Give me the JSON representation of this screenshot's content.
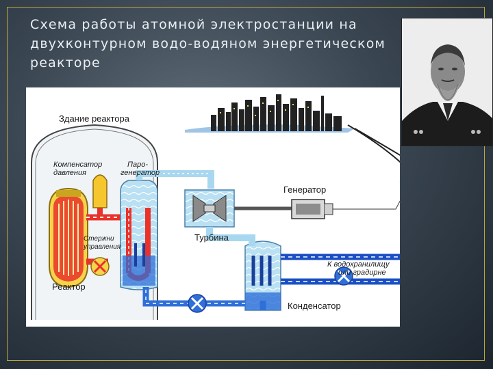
{
  "slide": {
    "title": "Схема работы атомной электростанции на двухконтурном водо-водяном энергетическом реакторе"
  },
  "diagram_labels": {
    "building": "Здание реактора",
    "compensator_1": "Компенсатор",
    "compensator_2": "давления",
    "steam_gen_1": "Паро-",
    "steam_gen_2": "генератор",
    "rods_1": "Стержни",
    "rods_2": "управления",
    "reactor": "Реактор",
    "turbine": "Турбина",
    "generator": "Генератор",
    "condenser": "Конденсатор",
    "outlet_1": "К водохранилищу",
    "outlet_2": "или градирне"
  },
  "colors": {
    "primary_loop": "#e8322a",
    "secondary_loop": "#2f6fd8",
    "cooling_loop": "#1a4fc4",
    "steam": "#a8d8ef",
    "accent_frame": "#b9a83a"
  },
  "icons": [
    "city-skyline-icon",
    "power-pylon-icon",
    "lightning-icon",
    "pump-icon",
    "turbine-icon",
    "generator-icon"
  ]
}
